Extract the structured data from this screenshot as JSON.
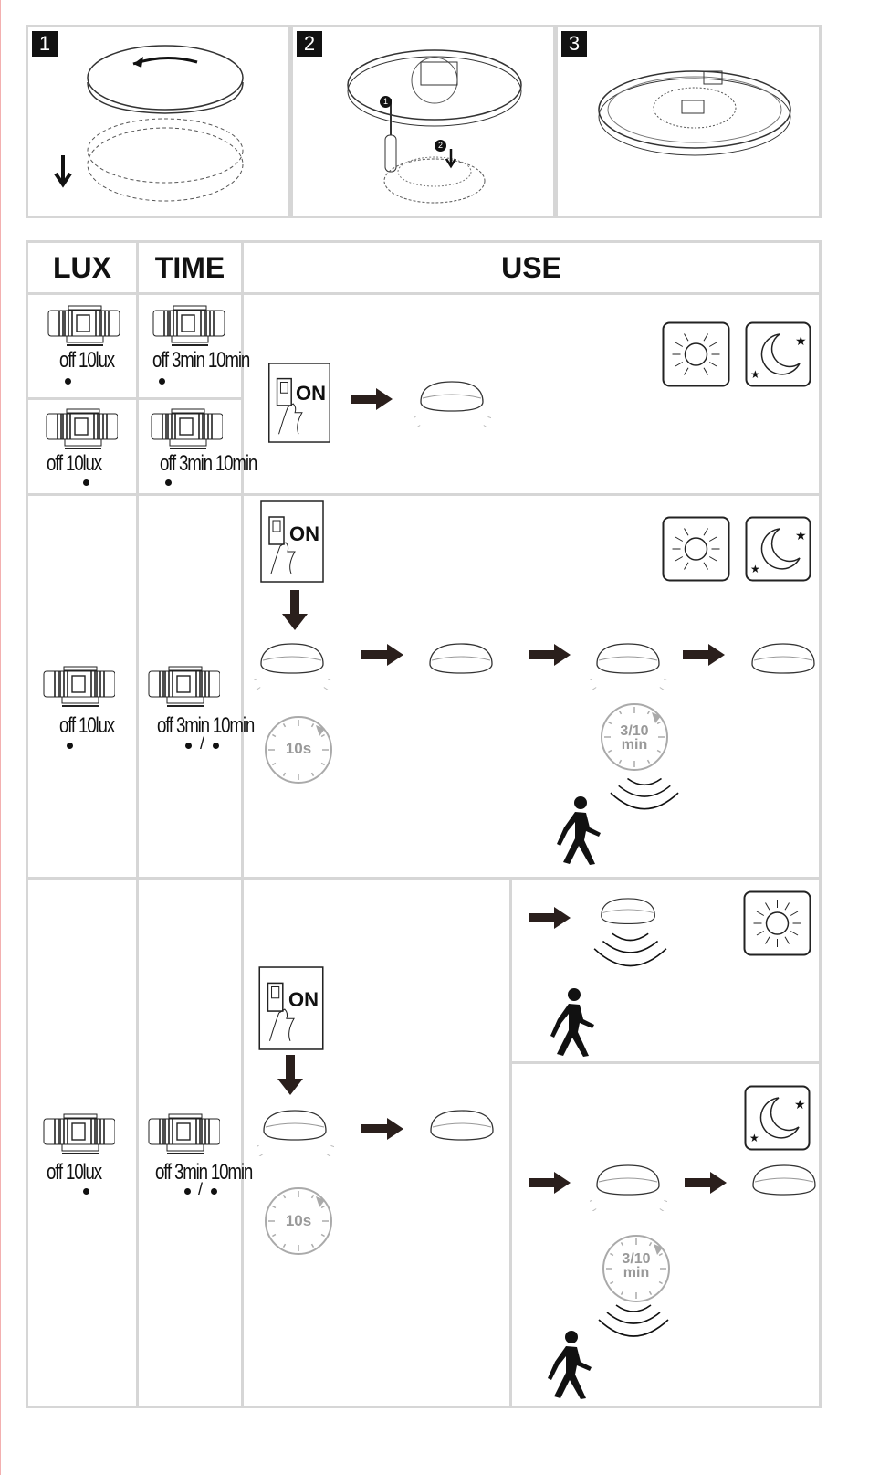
{
  "steps": [
    {
      "number": "1"
    },
    {
      "number": "2",
      "markers": [
        "1",
        "2"
      ]
    },
    {
      "number": "3"
    }
  ],
  "table": {
    "headers": {
      "lux": "LUX",
      "time": "TIME",
      "use": "USE"
    },
    "lux_dial": {
      "off": "off",
      "lux": "10lux"
    },
    "time_dial": {
      "off": "off",
      "t1": "3min",
      "t2": "10min",
      "separator": "/"
    },
    "switch_label": "ON",
    "clock_short": "10s",
    "clock_long": {
      "value": "3/10",
      "unit": "min"
    }
  },
  "colors": {
    "border": "#d6d6d6",
    "ink": "#111111",
    "clock": "#999999"
  }
}
